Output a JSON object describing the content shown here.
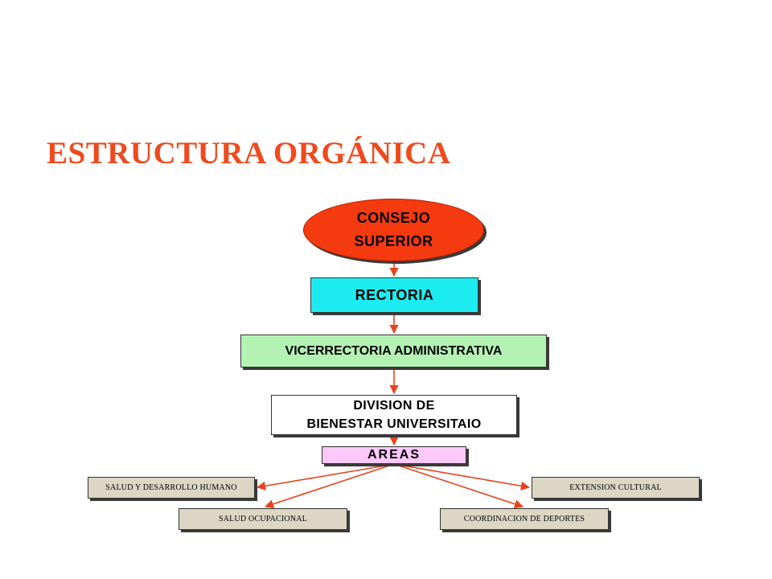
{
  "title": "ESTRUCTURA ORGÁNICA",
  "colors": {
    "title": "#ef4a1d",
    "consejo": "#f63a10",
    "rectoria": "#1cecf0",
    "vicerrectoria": "#b4f2b4",
    "division": "#ffffff",
    "areas": "#fcc8f8",
    "leaf": "#ddd6c4",
    "arrow": "#e8431f"
  },
  "nodes": {
    "consejo": {
      "line1": "CONSEJO",
      "line2": "SUPERIOR"
    },
    "rectoria": "RECTORIA",
    "vicerrectoria": "VICERRECTORIA ADMINISTRATIVA",
    "division": {
      "line1": "DIVISION DE",
      "line2": "BIENESTAR UNIVERSITAIO"
    },
    "areas": "AREAS",
    "areas_list": {
      "salud_desarrollo": "SALUD Y DESARROLLO HUMANO",
      "extension_cultural": "EXTENSION CULTURAL",
      "salud_ocupacional": "SALUD OCUPACIONAL",
      "deportes": "COORDINACION DE DEPORTES"
    }
  }
}
